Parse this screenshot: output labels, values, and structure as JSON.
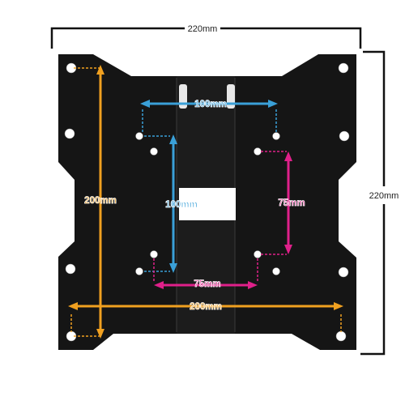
{
  "labels": {
    "top_width": "220mm",
    "right_height": "220mm",
    "vesa100_horizontal": "100mm",
    "vesa100_vertical": "100mm",
    "vesa75_vertical": "75mm",
    "vesa75_horizontal": "75mm",
    "vesa200_vertical": "200mm",
    "vesa200_horizontal": "200mm"
  },
  "colors": {
    "plate": "#151515",
    "outer_dimension": "#111111",
    "vesa200": "#f0a020",
    "vesa100": "#3aa0d8",
    "vesa75": "#e0208a",
    "hole": "#ffffff"
  }
}
